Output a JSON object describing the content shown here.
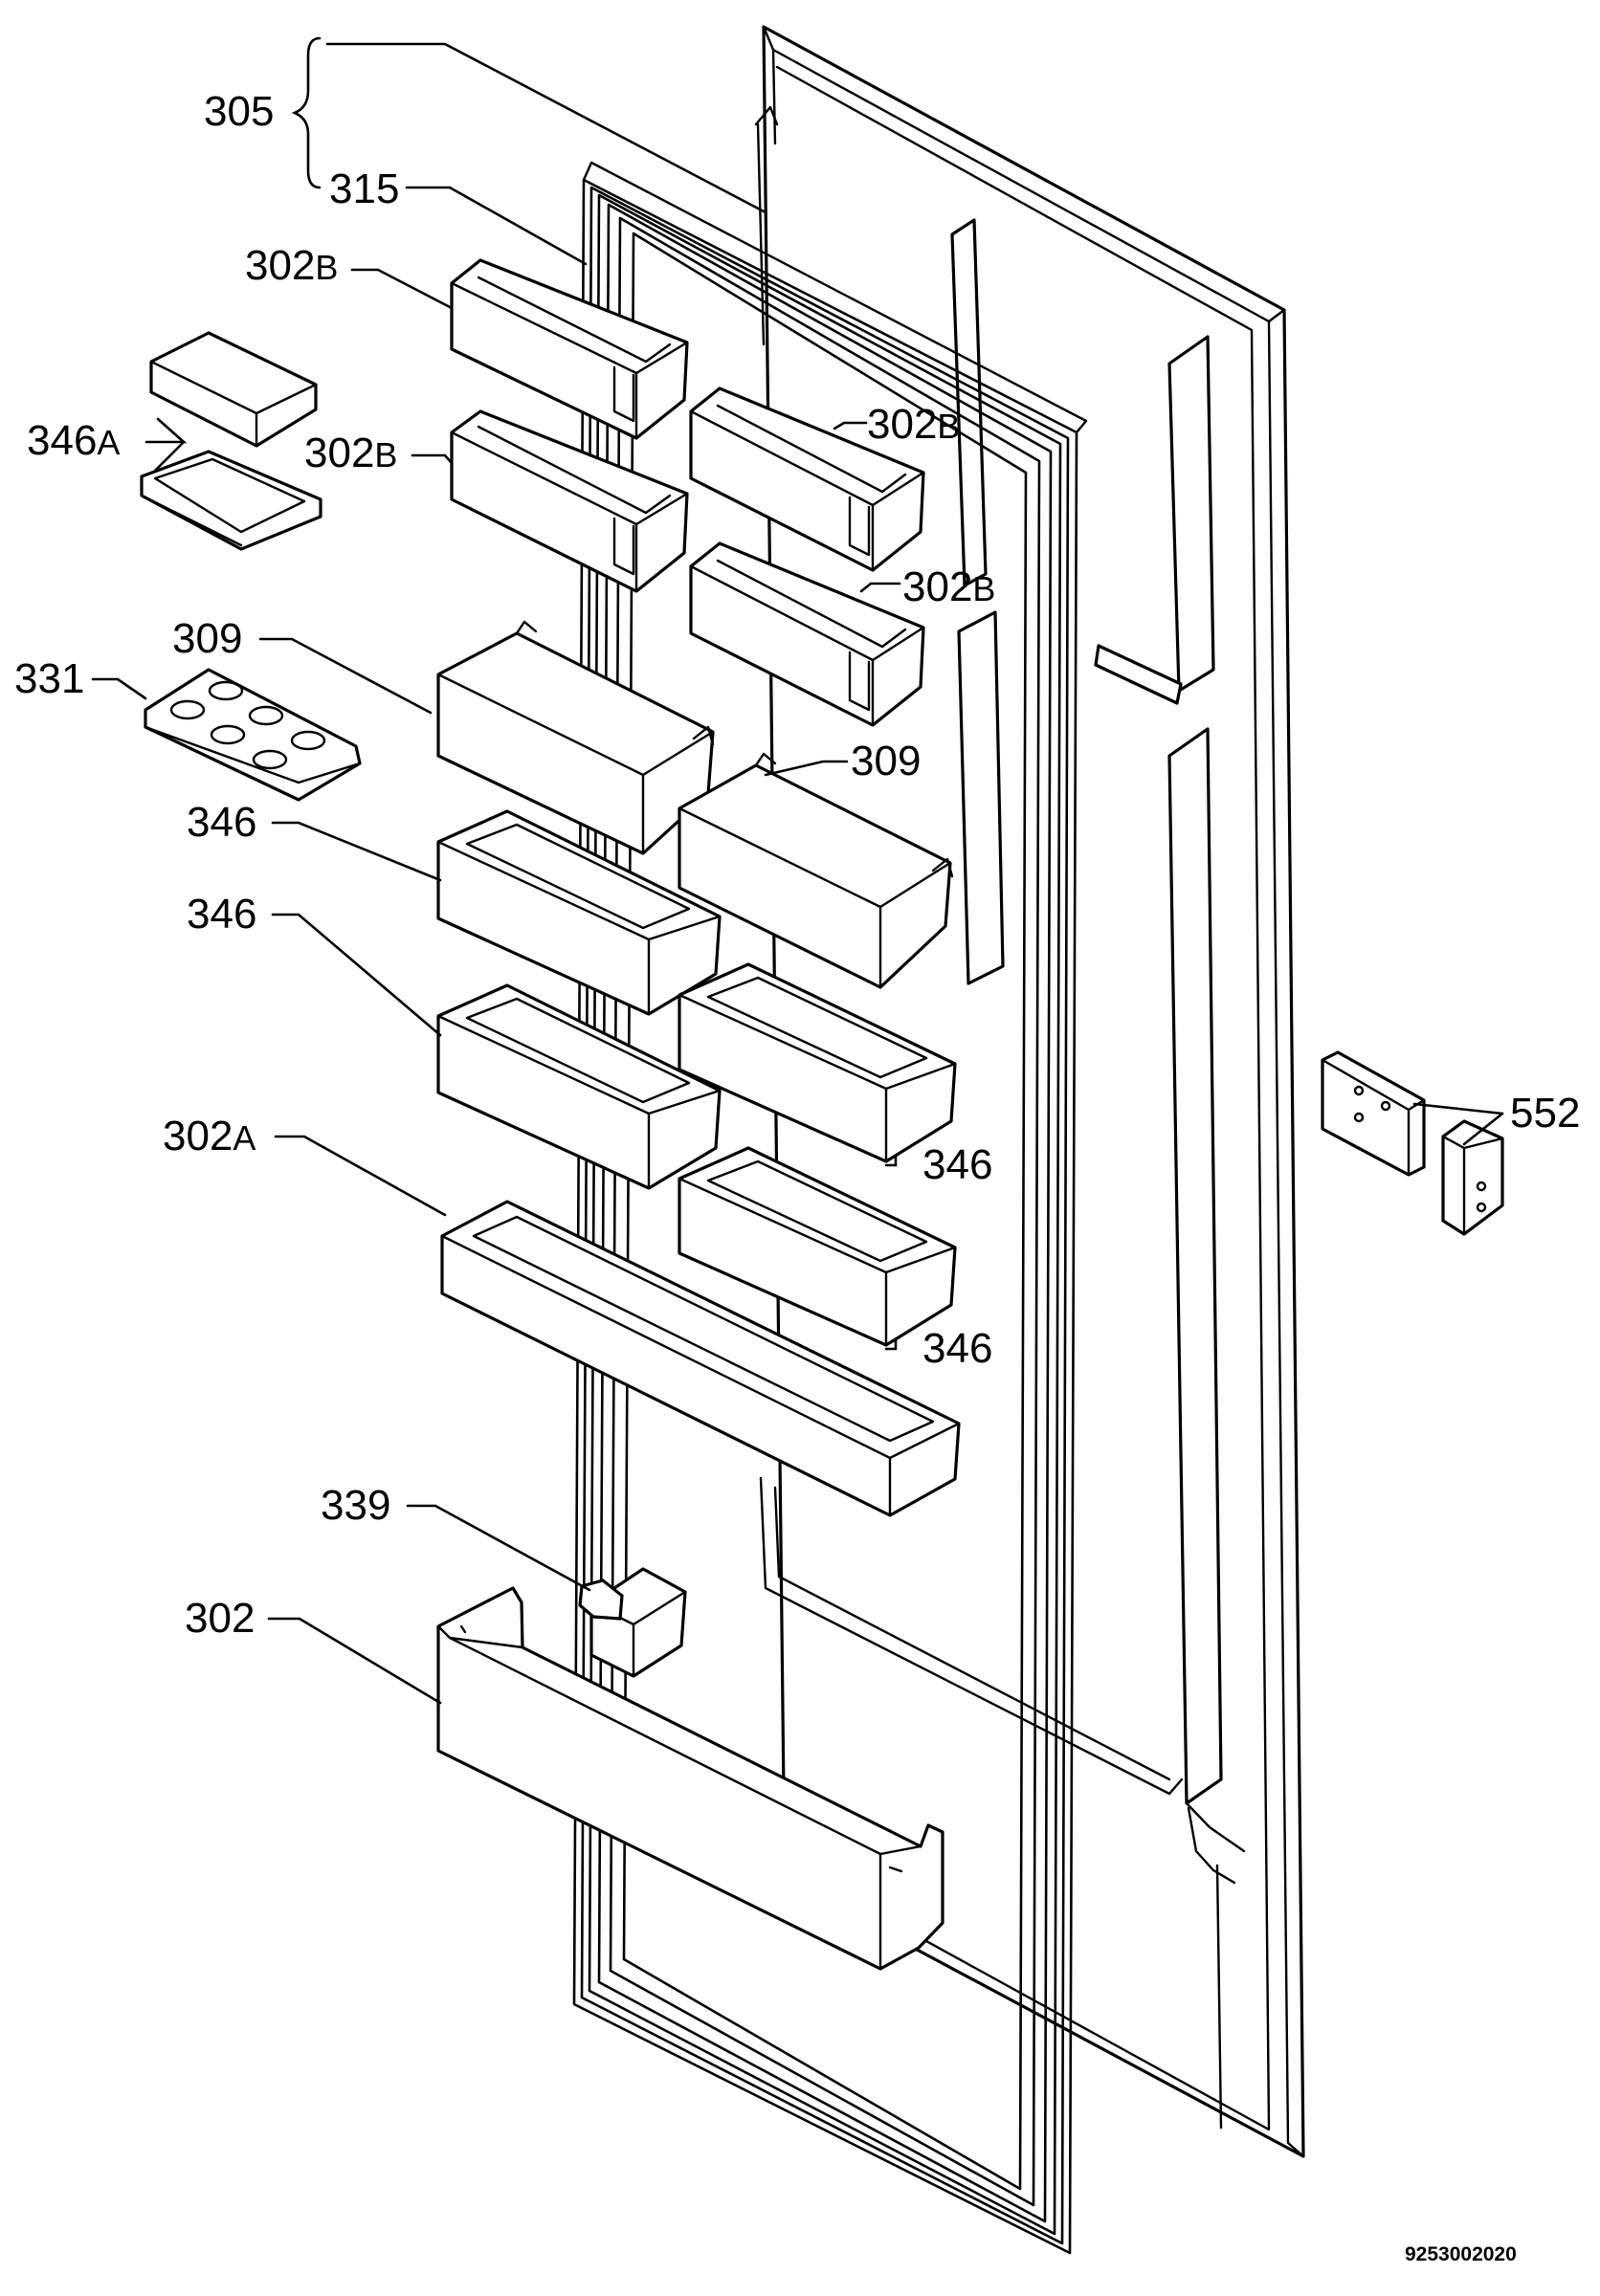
{
  "diagram": {
    "document_number": "9253002020",
    "callouts": {
      "c305": {
        "number": "305"
      },
      "c315": {
        "number": "315"
      },
      "c302b1": {
        "number": "302",
        "suffix": "B"
      },
      "c302b2": {
        "number": "302",
        "suffix": "B"
      },
      "c302b3": {
        "number": "302",
        "suffix": "B"
      },
      "c302b4": {
        "number": "302",
        "suffix": "B"
      },
      "c346a": {
        "number": "346",
        "suffix": "A"
      },
      "c309a": {
        "number": "309"
      },
      "c309b": {
        "number": "309"
      },
      "c331": {
        "number": "331"
      },
      "c346_1": {
        "number": "346"
      },
      "c346_2": {
        "number": "346"
      },
      "c346_3": {
        "number": "346"
      },
      "c346_4": {
        "number": "346"
      },
      "c302a": {
        "number": "302",
        "suffix": "A"
      },
      "c552": {
        "number": "552"
      },
      "c339": {
        "number": "339"
      },
      "c302": {
        "number": "302"
      }
    }
  }
}
